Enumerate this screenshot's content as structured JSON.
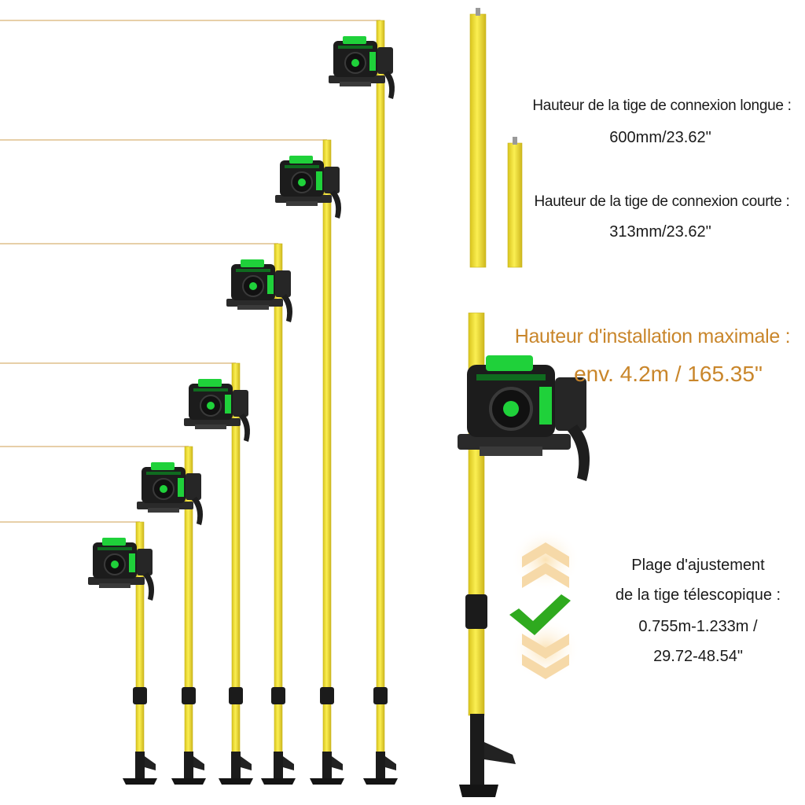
{
  "labels": {
    "long_rod_title": "Hauteur de la tige de connexion longue :",
    "long_rod_value": "600mm/23.62\"",
    "short_rod_title": "Hauteur de la tige de connexion courte :",
    "short_rod_value": "313mm/23.62\"",
    "max_height_title": "Hauteur d'installation maximale :",
    "max_height_value": "env. 4.2m / 165.35\"",
    "adjust_line1": "Plage d'ajustement",
    "adjust_line2": "de la tige télescopique :",
    "adjust_line3": "0.755m-1.233m /",
    "adjust_line4": "29.72-48.54\""
  },
  "colors": {
    "pole_yellow": "#f2e033",
    "pole_edge": "#c9b41f",
    "laser_green": "#1fd13a",
    "device_dark": "#1c1c1c",
    "guide_line": "#e7cfa8",
    "accent_orange": "#c9862b",
    "check_green": "#2faa1f",
    "arrow_glow": "#f6d9a8"
  },
  "icons": [
    "laser-level-device-icon",
    "check-mark-icon",
    "double-chevron-icon"
  ]
}
